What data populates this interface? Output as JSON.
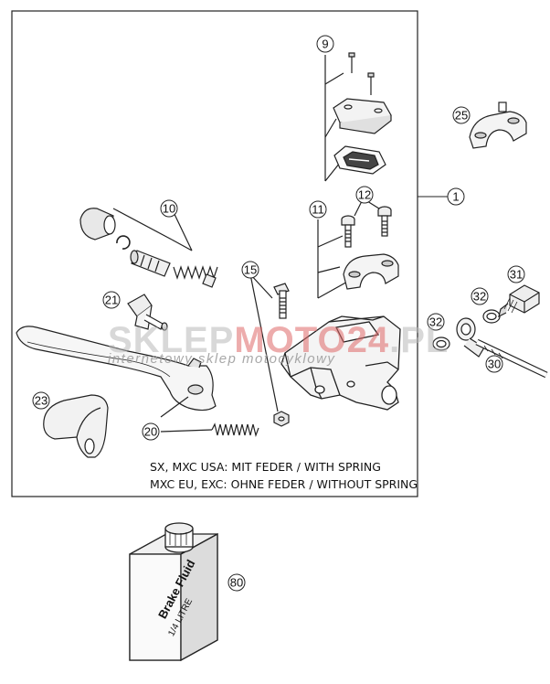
{
  "callouts": [
    {
      "id": "c1",
      "label": "1"
    },
    {
      "id": "c9",
      "label": "9"
    },
    {
      "id": "c10",
      "label": "10"
    },
    {
      "id": "c11",
      "label": "11"
    },
    {
      "id": "c12",
      "label": "12"
    },
    {
      "id": "c15",
      "label": "15"
    },
    {
      "id": "c20",
      "label": "20"
    },
    {
      "id": "c21",
      "label": "21"
    },
    {
      "id": "c23",
      "label": "23"
    },
    {
      "id": "c25",
      "label": "25"
    },
    {
      "id": "c30",
      "label": "30"
    },
    {
      "id": "c31",
      "label": "31"
    },
    {
      "id": "c32a",
      "label": "32"
    },
    {
      "id": "c32b",
      "label": "32"
    },
    {
      "id": "c80",
      "label": "80"
    }
  ],
  "notes": {
    "line1": "SX, MXC USA: MIT FEDER / WITH SPRING",
    "line2": "MXC EU, EXC: OHNE FEDER / WITHOUT SPRING"
  },
  "bottle": {
    "line1": "Brake Fluid",
    "line2": "1/4 LITRE"
  },
  "watermark": {
    "part_a": "SKLEP",
    "part_b": "MOTO",
    "part_c": ".PL",
    "number": "24",
    "tagline": "internetowy sklep motocyklowy"
  }
}
